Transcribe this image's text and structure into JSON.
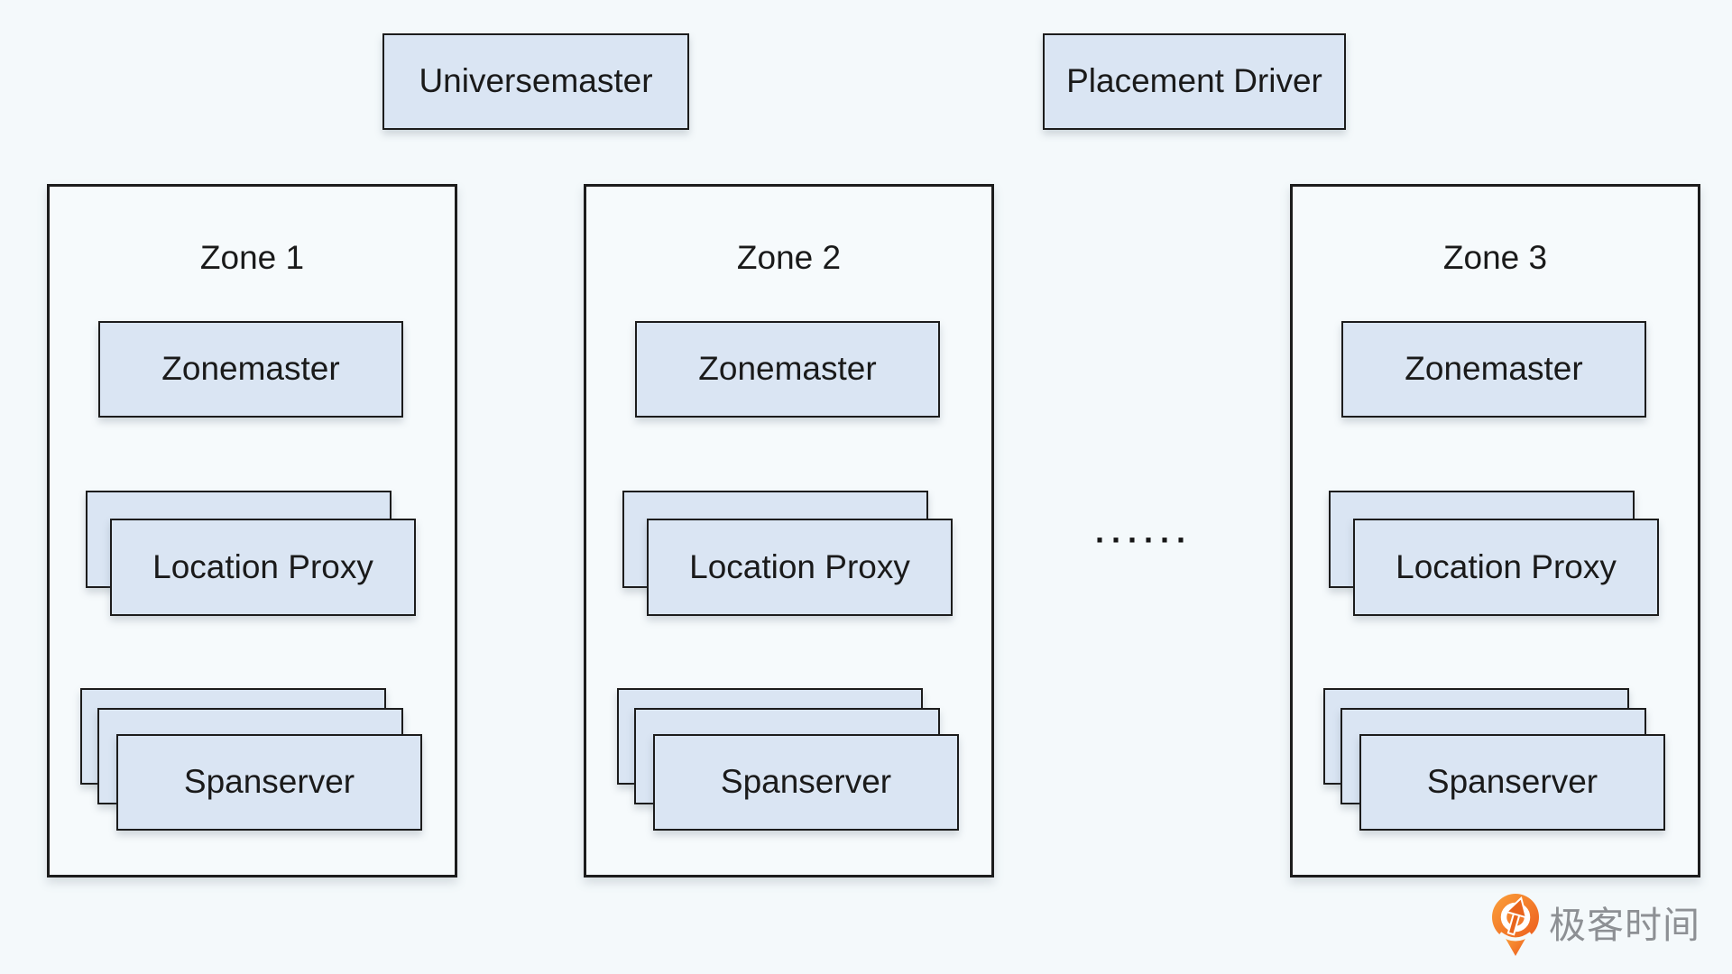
{
  "diagram": {
    "top_boxes": [
      {
        "label": "Universemaster"
      },
      {
        "label": "Placement Driver"
      }
    ],
    "zones": [
      {
        "name": "Zone 1",
        "zonemaster_label": "Zonemaster",
        "location_proxy_label": "Location Proxy",
        "spanserver_label": "Spanserver"
      },
      {
        "name": "Zone 2",
        "zonemaster_label": "Zonemaster",
        "location_proxy_label": "Location Proxy",
        "spanserver_label": "Spanserver"
      },
      {
        "name": "Zone 3",
        "zonemaster_label": "Zonemaster",
        "location_proxy_label": "Location Proxy",
        "spanserver_label": "Spanserver"
      }
    ],
    "ellipsis": "······",
    "colors": {
      "background": "#f4f9fb",
      "box_fill": "#dae5f3",
      "border": "#1c1c1c",
      "text": "#1a1a1a"
    }
  },
  "logo": {
    "text": "极客时间",
    "text_color": "#8d9094",
    "icon_color": "#f2711c",
    "icon_name": "geektime-pin-icon"
  }
}
